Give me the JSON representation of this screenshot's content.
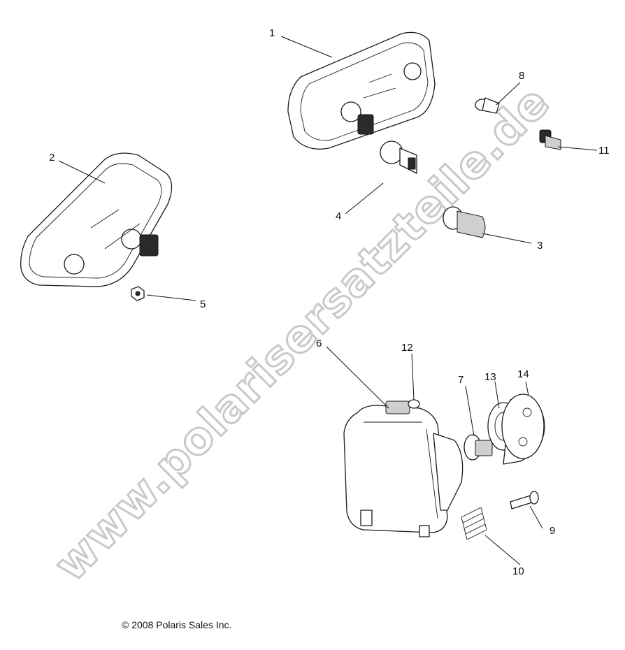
{
  "callouts": {
    "c1": "1",
    "c2": "2",
    "c3": "3",
    "c4": "4",
    "c5": "5",
    "c6": "6",
    "c7": "7",
    "c8": "8",
    "c9": "9",
    "c10": "10",
    "c11": "11",
    "c12": "12",
    "c13": "13",
    "c14": "14"
  },
  "watermark": "www.polarisersatzteile.de",
  "copyright": "© 2008 Polaris Sales Inc."
}
